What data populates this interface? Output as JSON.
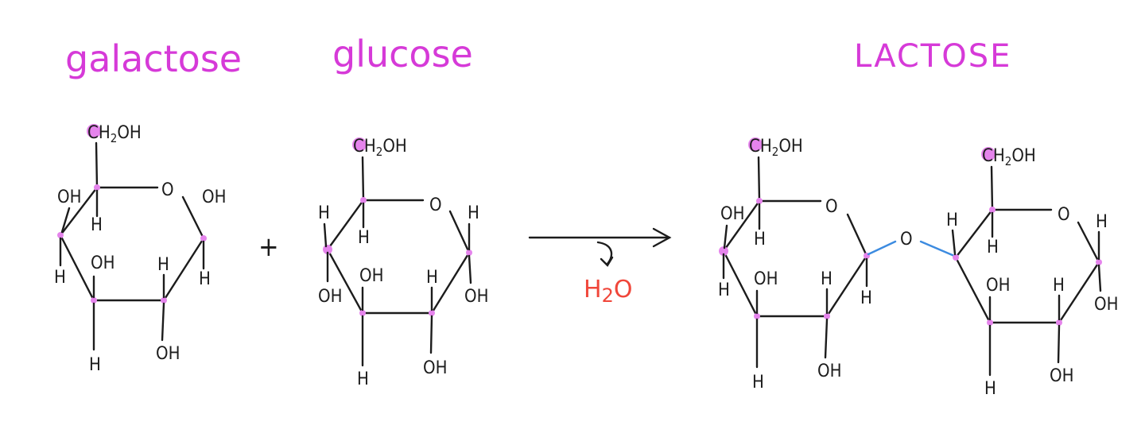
{
  "titles": {
    "galactose": "galactose",
    "glucose": "glucose",
    "lactose": "LACTOSE"
  },
  "symbols": {
    "plus": "+",
    "water_main": "H",
    "water_sub": "2",
    "water_end": "O",
    "bridge_oxygen": "O"
  },
  "groups": {
    "ch2oh_c": "C",
    "ch2oh_h": "H",
    "ch2oh_sub": "2",
    "ch2oh_oh": "OH",
    "oh": "OH",
    "h": "H",
    "ring_o": "O"
  },
  "colors": {
    "title": "#d63ad8",
    "carbon_dot": "#e584ec",
    "water": "#f0463a",
    "glycosidic_bond": "#3c8be0",
    "bond": "#1c1c1c"
  }
}
